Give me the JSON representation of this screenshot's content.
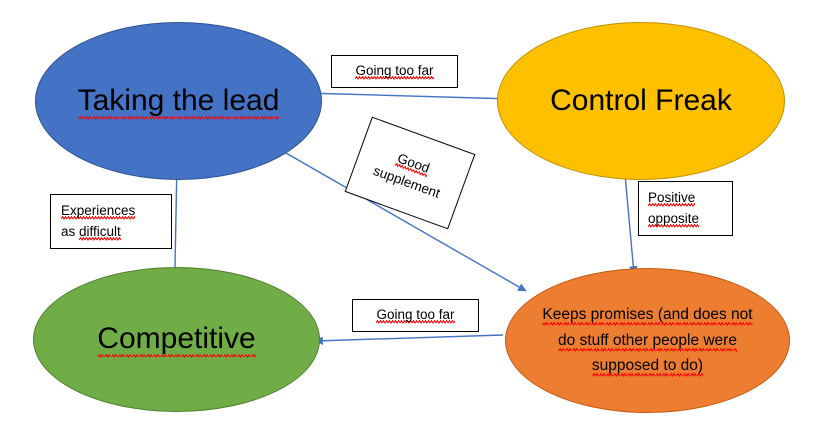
{
  "diagram": {
    "title": "Taking the lead / Control Freak / Competitive / Keeps promises relationship diagram",
    "background": "#FFFFFF",
    "nodes": [
      {
        "id": "taking-the-lead",
        "label": "Taking the lead",
        "shape": "ellipse",
        "fill": "#4472C4",
        "stroke": "#2F528F",
        "text_color": "#000000",
        "spellcheck_underline": true
      },
      {
        "id": "control-freak",
        "label": "Control Freak",
        "shape": "ellipse",
        "fill": "#FFC000",
        "stroke": "#BF9000",
        "text_color": "#000000",
        "spellcheck_underline": false
      },
      {
        "id": "competitive",
        "label": "Competitive",
        "shape": "ellipse",
        "fill": "#70AD47",
        "stroke": "#507E32",
        "text_color": "#000000",
        "spellcheck_underline": true
      },
      {
        "id": "keeps-promises",
        "label": "Keeps promises (and does not do stuff other people were supposed to do)",
        "line1": "Keeps promises (and does not",
        "line2": "do stuff other people were",
        "line3": "supposed to do)",
        "shape": "ellipse",
        "fill": "#ED7D31",
        "stroke": "#C55A11",
        "text_color": "#000000",
        "spellcheck_underline": true
      }
    ],
    "connectors": [
      {
        "id": "taking-the-lead-to-control-freak",
        "from": "taking-the-lead",
        "to": "control-freak",
        "label": "Going too far",
        "color": "#4472C4",
        "arrow": "end"
      },
      {
        "id": "taking-the-lead-to-keeps-promises",
        "from": "taking-the-lead",
        "to": "keeps-promises",
        "label": "Good supplement",
        "label_line1": "Good",
        "label_line2": "supplement",
        "color": "#4472C4",
        "arrow": "end"
      },
      {
        "id": "control-freak-to-keeps-promises",
        "from": "control-freak",
        "to": "keeps-promises",
        "label": "Positive opposite",
        "label_line1": "Positive",
        "label_line2": "opposite",
        "color": "#4472C4",
        "arrow": "end"
      },
      {
        "id": "keeps-promises-to-competitive",
        "from": "keeps-promises",
        "to": "competitive",
        "label": "Going too far",
        "color": "#4472C4",
        "arrow": "end"
      },
      {
        "id": "competitive-to-taking-the-lead",
        "from": "competitive",
        "to": "taking-the-lead",
        "label": "Experiences as difficult",
        "label_line1": "Experiences",
        "label_line2": "as difficult",
        "color": "#4472C4",
        "arrow": "end"
      }
    ]
  }
}
